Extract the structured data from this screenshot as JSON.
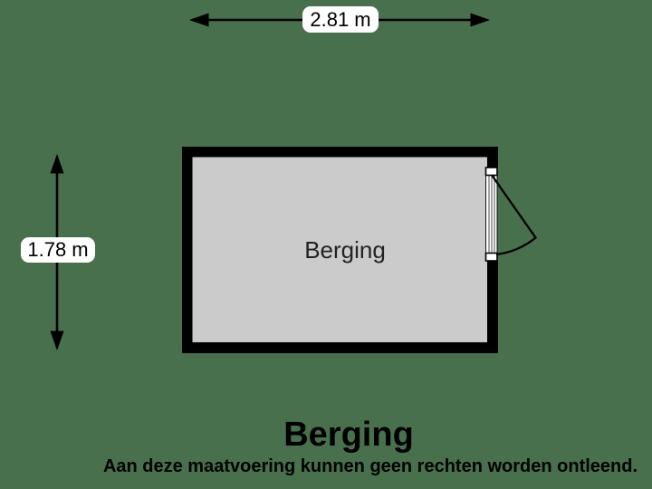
{
  "colors": {
    "background": "#48704c",
    "wall": "#000000",
    "room_fill": "#cbcbcb",
    "label_box": "#ffffff",
    "text": "#000000"
  },
  "dimensions": {
    "width": {
      "label": "2.81 m"
    },
    "height": {
      "label": "1.78 m"
    }
  },
  "room": {
    "label": "Berging"
  },
  "footer": {
    "title": "Berging",
    "disclaimer": "Aan deze maatvoering kunnen geen rechten worden ontleend."
  }
}
